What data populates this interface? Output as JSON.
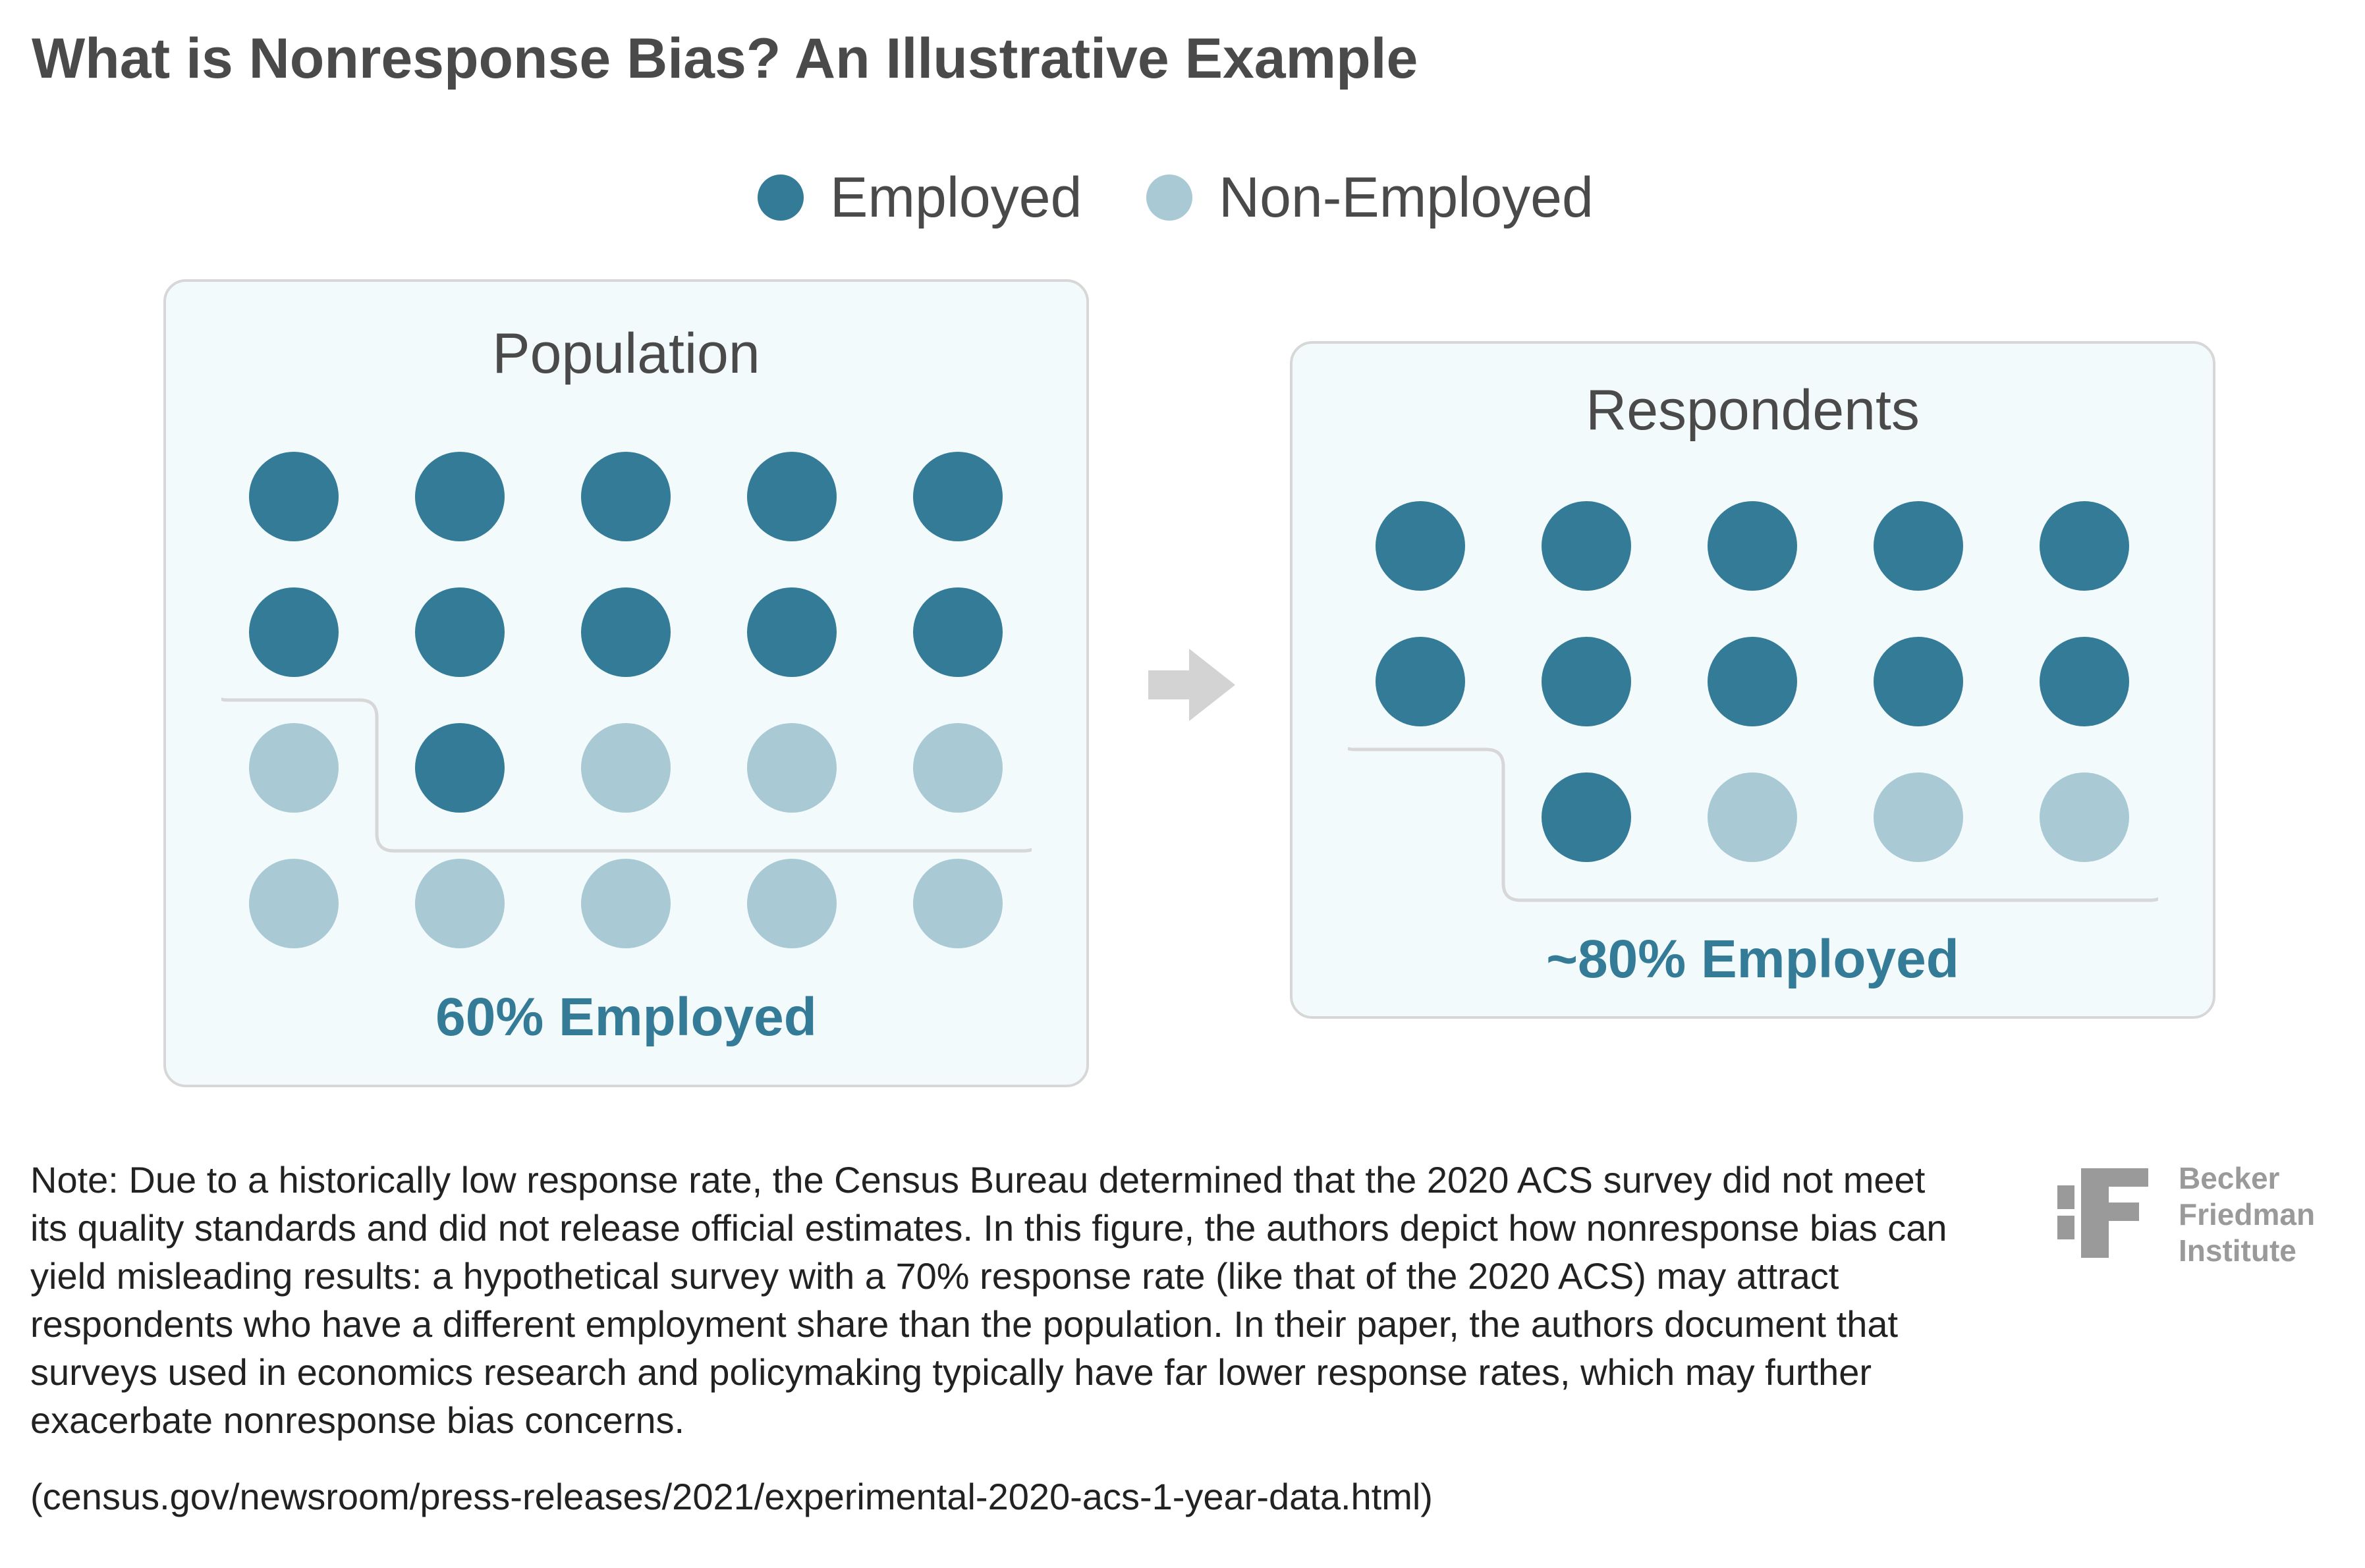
{
  "title": "What is Nonresponse Bias? An Illustrative Example",
  "legend": {
    "employed_label": "Employed",
    "non_employed_label": "Non-Employed"
  },
  "colors": {
    "employed": "#347b97",
    "non_employed": "#a9c9d4",
    "result_text": "#347b97",
    "panel_bg": "#f3fafc",
    "panel_border": "#d7d7d7",
    "arrow": "#d3d3d3",
    "logo_gray": "#9a9a9a"
  },
  "population": {
    "title": "Population",
    "result": "60% Employed",
    "employed_share_percent": 60,
    "grid": [
      [
        "employed",
        "employed",
        "employed",
        "employed",
        "employed"
      ],
      [
        "employed",
        "employed",
        "employed",
        "employed",
        "employed"
      ],
      [
        "non_employed",
        "employed",
        "non_employed",
        "non_employed",
        "non_employed"
      ],
      [
        "non_employed",
        "non_employed",
        "non_employed",
        "non_employed",
        "non_employed"
      ]
    ],
    "respondent_mask": [
      [
        1,
        1,
        1,
        1,
        1
      ],
      [
        1,
        1,
        1,
        1,
        1
      ],
      [
        0,
        1,
        1,
        1,
        1
      ],
      [
        0,
        0,
        0,
        0,
        0
      ]
    ]
  },
  "respondents": {
    "title": "Respondents",
    "result": "~80% Employed",
    "employed_share_percent": 80,
    "grid": [
      [
        "employed",
        "employed",
        "employed",
        "employed",
        "employed"
      ],
      [
        "employed",
        "employed",
        "employed",
        "employed",
        "employed"
      ],
      [
        null,
        "employed",
        "non_employed",
        "non_employed",
        "non_employed"
      ]
    ],
    "respondent_mask": [
      [
        1,
        1,
        1,
        1,
        1
      ],
      [
        1,
        1,
        1,
        1,
        1
      ],
      [
        0,
        1,
        1,
        1,
        1
      ]
    ]
  },
  "arrow_icon": "arrow-right-icon",
  "note": "Note: Due to a historically low response rate, the Census Bureau determined that the 2020 ACS survey did not meet its quality standards and did not release official estimates. In this figure, the authors depict how nonresponse bias can yield misleading results: a hypothetical survey with a 70% response rate (like that of the 2020 ACS) may attract respondents who have a different employment share than the population. In their paper, the authors document that surveys used in economics research and policymaking typically have far lower response rates, which may further exacerbate nonresponse bias concerns.",
  "source": "(census.gov/newsroom/press-releases/2021/experimental-2020-acs-1-year-data.html)",
  "logo": {
    "icon": "bf-monogram-icon",
    "line1": "Becker",
    "line2": "Friedman",
    "line3": "Institute"
  }
}
